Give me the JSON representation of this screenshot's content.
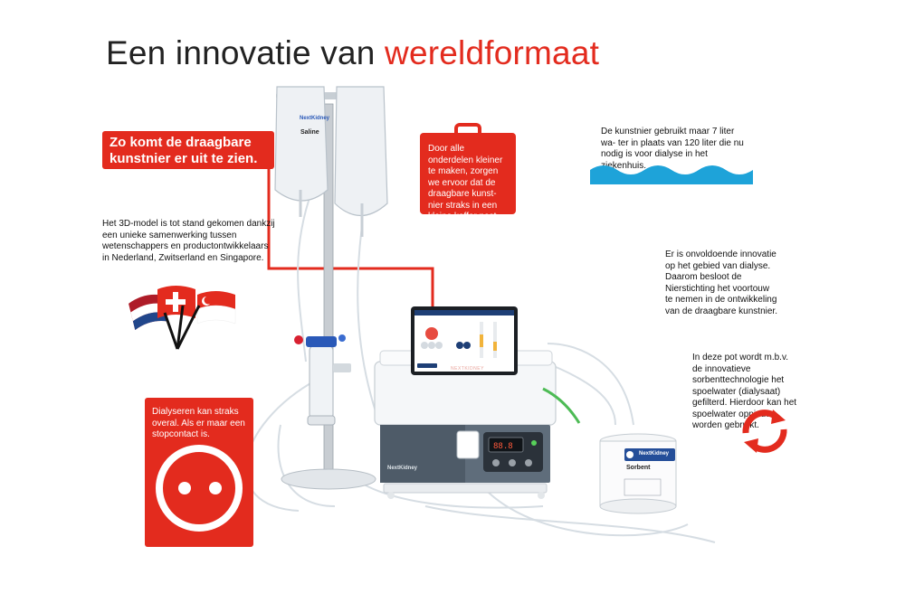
{
  "title": {
    "main": "Een innovatie van ",
    "accent": "wereldformaat"
  },
  "callout": {
    "text": "Zo komt de draagbare kunstnier er uit te zien."
  },
  "notes": {
    "model3d": "Het 3D-model is tot stand gekomen dankzij een unieke samenwerking tussen wetenschappers en productontwikkelaars in Nederland, Zwitserland en Singapore.",
    "suitcase": "Door alle onderdelen kleiner te maken, zorgen we ervoor dat de draagbare kunst- nier straks in een kleine koffer past.",
    "water": "De kunstnier gebruikt maar 7 liter wa- ter in plaats van 120 liter die nu nodig is voor dialyse in het ziekenhuis.",
    "innovation": "Er is onvoldoende innovatie op het gebied van dialyse. Daarom besloot de Nierstichting het voortouw te nemen in de ontwikkeling van de draagbare kunstnier.",
    "sorbent": "In deze pot wordt m.b.v. de innovatieve sorbenttechnologie het spoelwater (dialysaat) gefilterd. Hierdoor kan het spoelwater opnieuw worden gebruikt.",
    "socket": "Dialyseren kan straks overal. Als er maar een stopcontact is."
  },
  "product": {
    "bag_brand": "NextKidney",
    "bag_label": "Saline",
    "device_brand": "NextKidney",
    "sorbent_brand": "NextKidney",
    "sorbent_label": "Sorbent",
    "screen_brand": "NEXTKIDNEY"
  },
  "colors": {
    "accent": "#e32b1e",
    "water": "#1ea3d9",
    "text": "#222222"
  },
  "icons": [
    "flags-icon",
    "suitcase-icon",
    "wave-icon",
    "recycle-icon",
    "power-socket-icon"
  ]
}
